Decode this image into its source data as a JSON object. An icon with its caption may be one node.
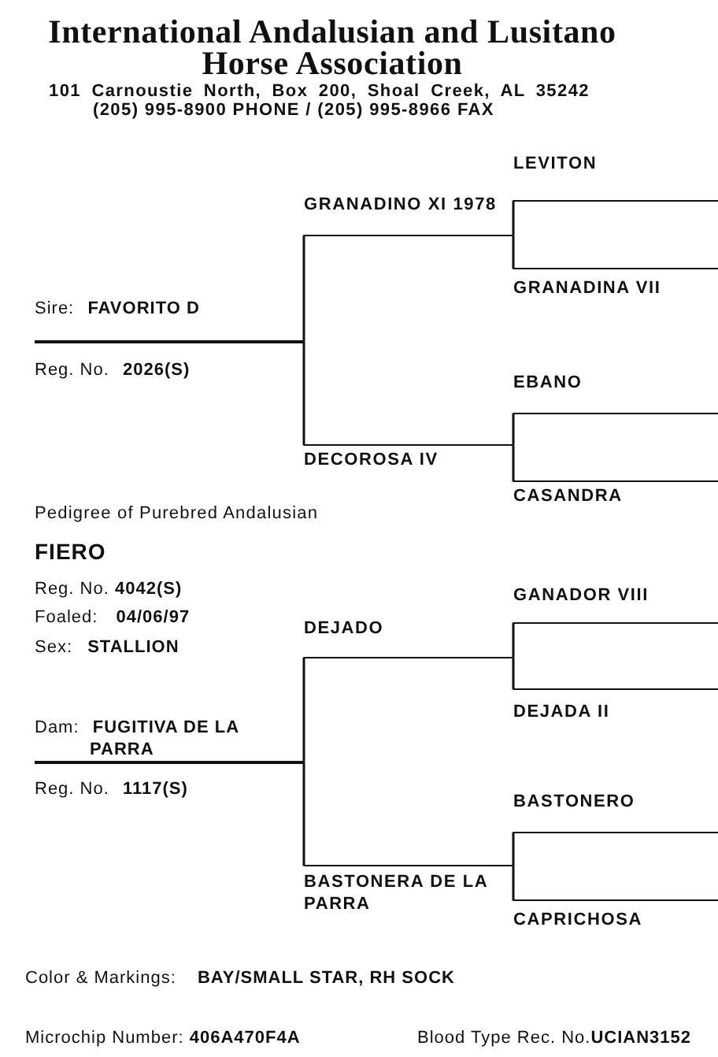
{
  "diagram": {
    "title": "International Andalusian and Lusitano Horse Association",
    "nodes": [
      {
        "text": [
          "Sire: **FAVORITO D**",
          "Reg. No. **2026(S)**"
        ]
      },
      {
        "text": [
          "GRANADINO XI 1978"
        ]
      },
      {
        "text": [
          "LEVITON"
        ]
      },
      {
        "text": [
          "GRANADINA VII"
        ]
      },
      {
        "text": [
          "DECOROSA IV"
        ]
      },
      {
        "text": [
          "EBANO"
        ]
      },
      {
        "text": [
          "CASANDRA"
        ]
      },
      {
        "text": [
          "Dam: **FUGITIVA DE LA PARRA**",
          "Reg. No. **1117(S)**"
        ]
      },
      {
        "text": [
          "DEJADO"
        ]
      },
      {
        "text": [
          "GANADOR VIII"
        ]
      },
      {
        "text": [
          "DEJADA II"
        ]
      },
      {
        "text": [
          "BASTONERA DE LA PARRA"
        ]
      },
      {
        "text": [
          "BASTONERO"
        ]
      },
      {
        "text": [
          "CAPRICHOSA"
        ]
      }
    ],
    "edges": [
      {
        "from": 0,
        "to": 1,
        "arrow": "none"
      },
      {
        "from": 0,
        "to": 4,
        "arrow": "none"
      },
      {
        "from": 1,
        "to": 2,
        "arrow": "none"
      },
      {
        "from": 1,
        "to": 3,
        "arrow": "none"
      },
      {
        "from": 4,
        "to": 5,
        "arrow": "none"
      },
      {
        "from": 4,
        "to": 6,
        "arrow": "none"
      },
      {
        "from": 7,
        "to": 8,
        "arrow": "none"
      },
      {
        "from": 7,
        "to": 11,
        "arrow": "none"
      },
      {
        "from": 8,
        "to": 9,
        "arrow": "none"
      },
      {
        "from": 8,
        "to": 10,
        "arrow": "none"
      },
      {
        "from": 11,
        "to": 12,
        "arrow": "none"
      },
      {
        "from": 11,
        "to": 13,
        "arrow": "none"
      }
    ],
    "labels": [
      "101 Carnoustie North, Box 200, Shoal Creek, AL 35242",
      "(205) 995-8900 PHONE / (205) 995-8966 FAX",
      "Pedigree of Purebred Andalusian",
      "FIERO",
      "Reg. No. **4042(S)**",
      "Foaled: **04/06/97**",
      "Sex: **STALLION**",
      "Color & Markings: **BAY/SMALL STAR, RH SOCK**",
      "Microchip Number: **406A470F4A**",
      "Blood Type Rec. No.**UCIAN3152**"
    ]
  }
}
